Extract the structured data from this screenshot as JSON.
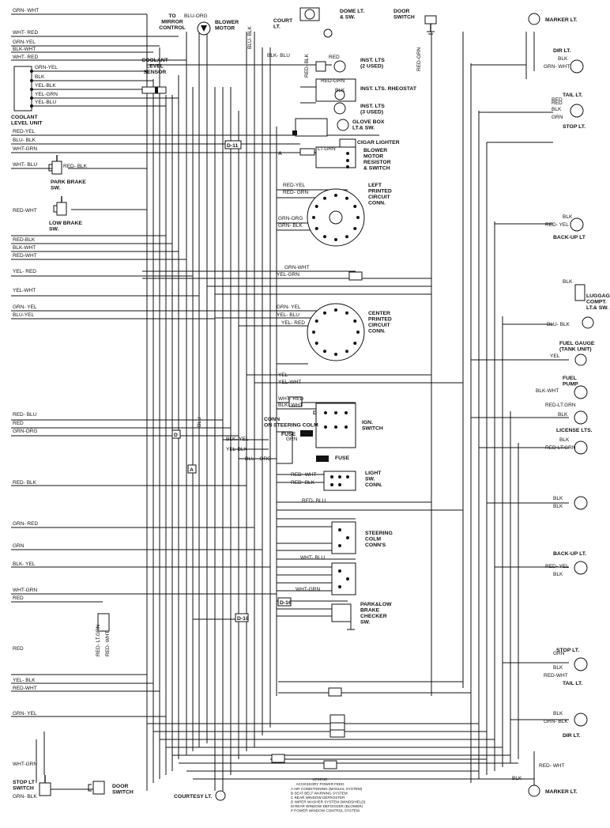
{
  "top_labels": {
    "grn_wht": "GRN- WHT",
    "to_mirror": "TO\nMIRROR\nCONTROL",
    "blu_org": "BLU-ORG",
    "blower_motor": "BLOWER\nMOTOR",
    "blu_blk": "BLU- BLK",
    "court_lt": "COURT\nLT.",
    "dome_lt": "DOME LT.\n& SW.",
    "door_switch": "DOOR\nSWITCH",
    "red_grn_v": "RED-GRN",
    "blk_blu": "BLK- BLU",
    "red_blk_v": "RED- BLK"
  },
  "left_wires": [
    "WHT- RED",
    "GRN-YEL",
    "BLK-WHT",
    "WHT- RED",
    "GRN-YEL",
    "BLK",
    "YEL-BLK",
    "YEL-GRN",
    "YEL-BLU",
    "RED-YEL",
    "BLU- BLK",
    "WHT-GRN",
    "WHT- BLU",
    "RED-WHT",
    "RED-BLK",
    "BLK-WHT",
    "RED-WHT",
    "YEL- RED",
    "YEL-WHT",
    "GRN- YEL",
    "BLU-YEL",
    "RED- BLU",
    "RED",
    "GRN-ORG",
    "RED- BLK",
    "GRN- RED",
    "GRN",
    "BLK- YEL",
    "WHT-GRN",
    "RED",
    "RED",
    "YEL- BLK",
    "RED-WHT",
    "GRN- YEL",
    "WHT-GRN",
    "GRN- BLK"
  ],
  "left_components": {
    "coolant_unit": "COOLANT\nLEVEL UNIT",
    "coolant_sensor": "COOLANT\nLEVEL\nSENSOR",
    "park_brake": "PARK BRAKE\nSW.",
    "low_brake": "LOW BRAKE\nSW.",
    "stop_lt_switch": "STOP LT\nSWITCH",
    "door_switch_bottom": "DOOR\nSWITCH",
    "courtesy_lt": "COURTESY LT.",
    "red_blk_tag": "RED- BLK"
  },
  "center_components": {
    "inst_lts_2": "INST. LTS\n(2 USED)",
    "inst_rheostat": "INST. LTS. RHEOSTAT",
    "inst_lts_3": "INST. LTS\n(3 USED)",
    "glove_box": "GLOVE BOX\nLT.& SW.",
    "cigar": "CIGAR LIGHTER",
    "blower_resistor": "BLOWER\nMOTOR\nRESISTOR\n& SWITCH",
    "left_pcc": "LEFT\nPRINTED\nCIRCUIT\nCONN.",
    "center_pcc": "CENTER\nPRINTED\nCIRCUIT\nCONN.",
    "ign_switch": "IGN.\nSWITCH",
    "conn_steering": "CONN\nON STEERING COLM",
    "fuse1": "FUSE",
    "fuse2": "FUSE",
    "light_sw": "LIGHT\nSW.\nCONN.",
    "steering_colm": "STEERING\nCOLM\nCONN'S",
    "park_low_brake": "PARK&LOW\nBRAKE\nCHECKER\nSW.",
    "d11": "D-11",
    "d18": "D-18",
    "d16": "D-16",
    "a1": "A",
    "a2": "A",
    "d1": "D",
    "d2": "D"
  },
  "center_wires": {
    "red": "RED",
    "red_grn": "RED-GRN",
    "blk": "BLK",
    "lt_grn": "LT.GRN",
    "red_yel": "RED-YEL",
    "red_grn2": "RED- GRN",
    "grn_org": "GRN-ORG",
    "grn_blk": "GRN- BLK",
    "grn_wht": "GRN-WHT",
    "yel_grn": "YEL-GRN",
    "grn_yel": "GRN- YEL",
    "yel_blu": "YEL- BLU",
    "yel_red": "YEL- RED",
    "yel": "YEL",
    "yel_wht": "YEL-WHT",
    "wht_red": "WHT- RED",
    "blk_wht": "BLK- WHT",
    "blk_yel": "BLK- YEL",
    "yel_blk": "YEL-BLK",
    "grn": "GRN",
    "blu_org": "BLU - ORG",
    "red_wht": "RED- WHT",
    "red_blk": "RED- BLK",
    "red_blu": "RED- BLU",
    "wht_blu": "WHT- BLU",
    "wht_grn": "WHT-GRN",
    "red_lt_grn": "RED- LT.GRN",
    "red_wht2": "RED- WHT",
    "blu": "BLU",
    "blk_blu": "BLU- BLK",
    "lt_grn_v": "RED- LT.GRN",
    "red_wht_v": "RED- WHT"
  },
  "right_components": {
    "marker_top": "MARKER LT.",
    "dir_top": "DIR LT.",
    "tail_top": "TAIL LT.",
    "stop_top": "STOP LT.",
    "backup_top": "BACK-UP LT",
    "luggage": "LUGGAGE\nCOMPT.\nLT.& SW.",
    "fuel_gauge": "FUEL GAUGE\n(TANK UNIT)",
    "fuel_pump": "FUEL\nPUMP",
    "license": "LICENSE LTS.",
    "backup_bottom": "BACK-UP LT.",
    "stop_bottom": "STOP LT.",
    "tail_bottom": "TAIL LT.",
    "dir_bottom": "DIR LT.",
    "marker_bottom": "MARKER LT."
  },
  "right_wires": [
    "RED",
    "GRN- WHT",
    "BLK",
    "RED",
    "BLK",
    "GRN",
    "BLK",
    "RED- YEL",
    "BLK",
    "BLU- BLK",
    "YEL",
    "BLK-WHT",
    "RED-LT.GRN",
    "BLK",
    "BLK",
    "RED-LT.GRN",
    "BLK",
    "BLK",
    "RED- YEL",
    "BLK",
    "GRN",
    "BLK",
    "RED-WHT",
    "BLK",
    "GRN- BLK",
    "BLK",
    "RED- WHT"
  ],
  "legend": {
    "title": "LEGEND",
    "subtitle": "ACCESSORY POWER FEED",
    "items": [
      "A  AIR CONDITIONING (MANUAL SYSTEM)",
      "B  SEAT BELT WARNING SYSTEM",
      "C  REAR WINDOW DEFROSTER",
      "D  WIPER WASHER SYSTEM (WINDSHIELD)",
      "M  REAR WINDOW DEFOGGER (BLOWER)",
      "P  POWER WINDOW CONTROL SYSTEM"
    ]
  }
}
